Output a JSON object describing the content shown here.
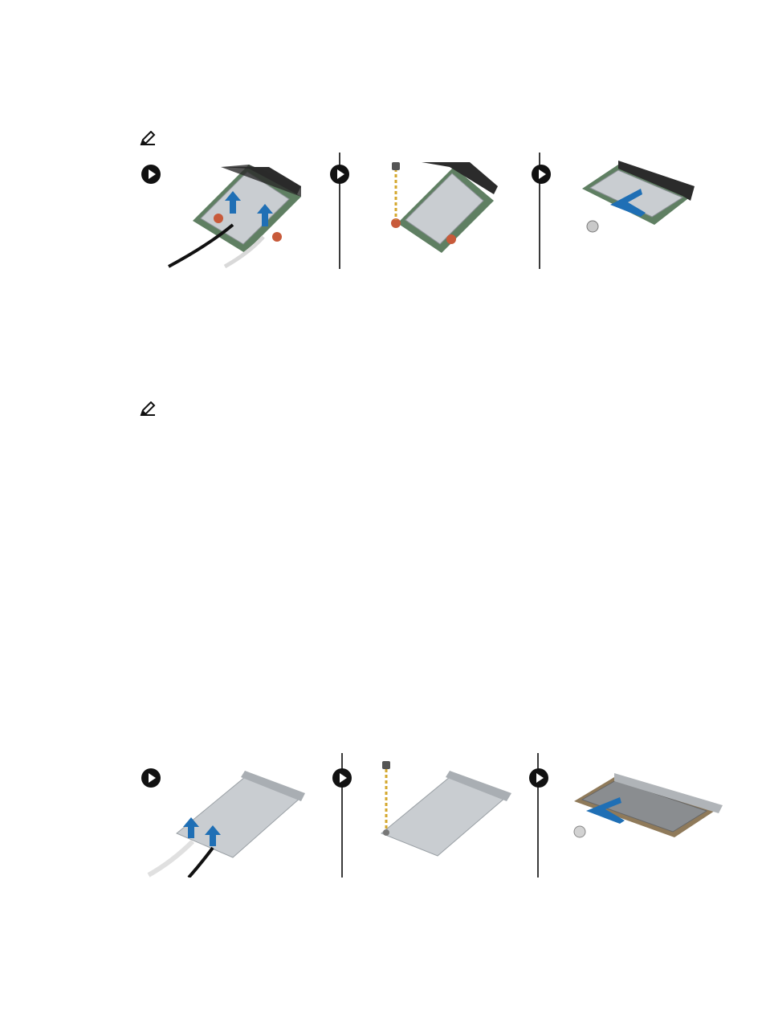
{
  "page": {
    "background": "#ffffff"
  },
  "notes": [
    {
      "icon": "pencil-note-icon"
    },
    {
      "icon": "pencil-note-icon"
    }
  ],
  "figures": [
    {
      "name": "half-mini-card-removal",
      "steps": [
        {
          "icon": "play-step-icon",
          "illustration": "disconnect-antenna-cables"
        },
        {
          "icon": "play-step-icon",
          "illustration": "remove-screw"
        },
        {
          "icon": "play-step-icon",
          "illustration": "slide-card-out"
        }
      ]
    },
    {
      "name": "full-card-removal",
      "steps": [
        {
          "icon": "play-step-icon",
          "illustration": "disconnect-antenna-cables"
        },
        {
          "icon": "play-step-icon",
          "illustration": "remove-screw"
        },
        {
          "icon": "play-step-icon",
          "illustration": "slide-card-out"
        }
      ]
    }
  ],
  "colors": {
    "arrow": "#1f6fb5",
    "card": "#c9cdd1",
    "pcb": "#5f7f62",
    "connector": "#2b2b2b",
    "divider": "#3a3a3a",
    "screw_guide": "#d4a72c"
  }
}
